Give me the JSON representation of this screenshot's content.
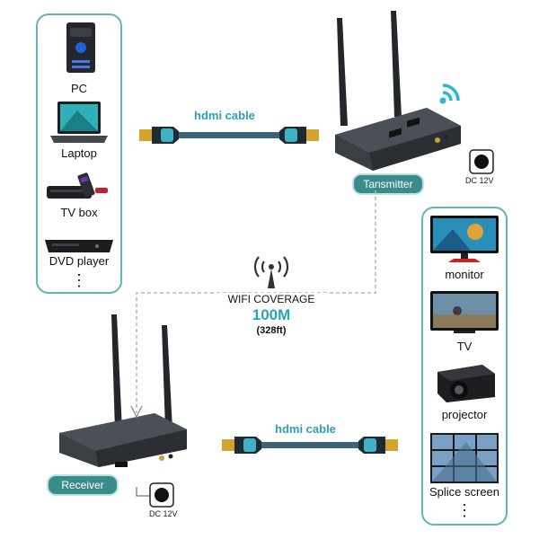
{
  "sources": {
    "items": [
      {
        "label": "PC",
        "icon": "pc-tower-icon"
      },
      {
        "label": "Laptop",
        "icon": "laptop-icon"
      },
      {
        "label": "TV box",
        "icon": "tv-box-icon"
      },
      {
        "label": "DVD player",
        "icon": "dvd-player-icon"
      }
    ],
    "more": "⋮"
  },
  "displays": {
    "items": [
      {
        "label": "monitor",
        "icon": "monitor-icon"
      },
      {
        "label": "TV",
        "icon": "tv-icon"
      },
      {
        "label": "projector",
        "icon": "projector-icon"
      },
      {
        "label": "Splice screen",
        "icon": "splice-screen-icon"
      }
    ],
    "more": "⋮"
  },
  "cables": {
    "top_label": "hdmi cable",
    "bottom_label": "hdmi cable"
  },
  "transmitter": {
    "label": "Tansmitter",
    "power": "DC 12V"
  },
  "receiver": {
    "label": "Receiver",
    "power": "DC 12V"
  },
  "coverage": {
    "title": "WIFI COVERAGE",
    "distance": "100M",
    "distance_ft": "(328ft)"
  },
  "colors": {
    "accent": "#5fb6b2",
    "pill": "#3a8c8a",
    "cable_text": "#2f9fb0",
    "coverage_value": "#2aa3b5",
    "device_body": "#3a3f44"
  }
}
